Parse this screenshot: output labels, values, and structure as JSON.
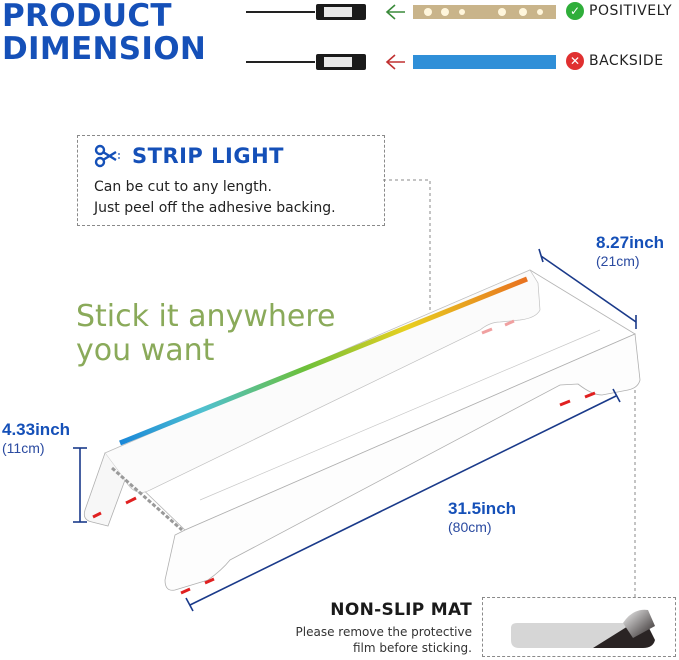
{
  "header": {
    "title_line1": "PRODUCT",
    "title_line2": "DIMENSION"
  },
  "orientation": {
    "correct": {
      "label": "POSITIVELY",
      "icon": "check-circle-icon",
      "color": "#2fae3a",
      "arrow_color": "#3a8a3a"
    },
    "incorrect": {
      "label": "BACKSIDE",
      "icon": "x-circle-icon",
      "color": "#e03030",
      "arrow_color": "#c03030"
    }
  },
  "strip_light": {
    "title": "STRIP LIGHT",
    "icon": "scissors-icon",
    "line1": "Can be cut to any length.",
    "line2": "Just peel off the adhesive backing."
  },
  "slogan": {
    "line1": "Stick it anywhere",
    "line2": "you want"
  },
  "dimensions": {
    "depth": {
      "main": "8.27inch",
      "sub": "(21cm)"
    },
    "height": {
      "main": "4.33inch",
      "sub": "(11cm)"
    },
    "length": {
      "main": "31.5inch",
      "sub": "(80cm)"
    }
  },
  "non_slip_mat": {
    "title": "NON-SLIP MAT",
    "line1": "Please remove the protective",
    "line2": "film before sticking."
  },
  "colors": {
    "brand_blue": "#1550b8",
    "slogan_green": "#8aaa5a",
    "pad_red": "#e02020"
  }
}
